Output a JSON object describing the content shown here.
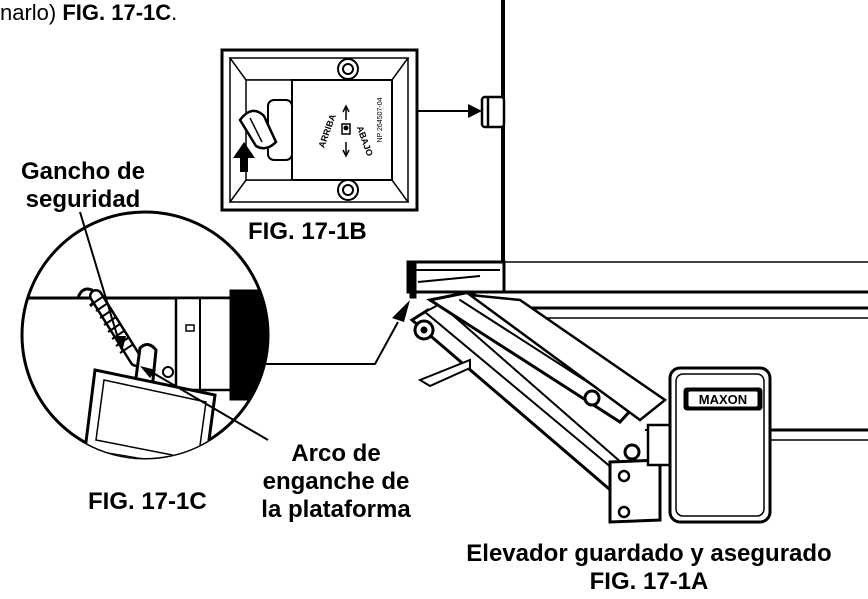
{
  "intro": {
    "text_start": "narlo) ",
    "text_ref": "FIG. 17-1C",
    "text_end": "."
  },
  "labels": {
    "hook_line1": "Gancho de",
    "hook_line2": "seguridad",
    "latch_line1": "Arco de",
    "latch_line2": "enganche de",
    "latch_line3": "la plataforma",
    "caption_stowed": "Elevador guardado y asegurado"
  },
  "figures": {
    "fig_1a": "FIG. 17-1A",
    "fig_1b": "FIG. 17-1B",
    "fig_1c": "FIG. 17-1C"
  },
  "switch_plate": {
    "up": "ARRIBA",
    "down": "ABAJO",
    "part_number": "NP 264507-04"
  },
  "brand": "MAXON"
}
